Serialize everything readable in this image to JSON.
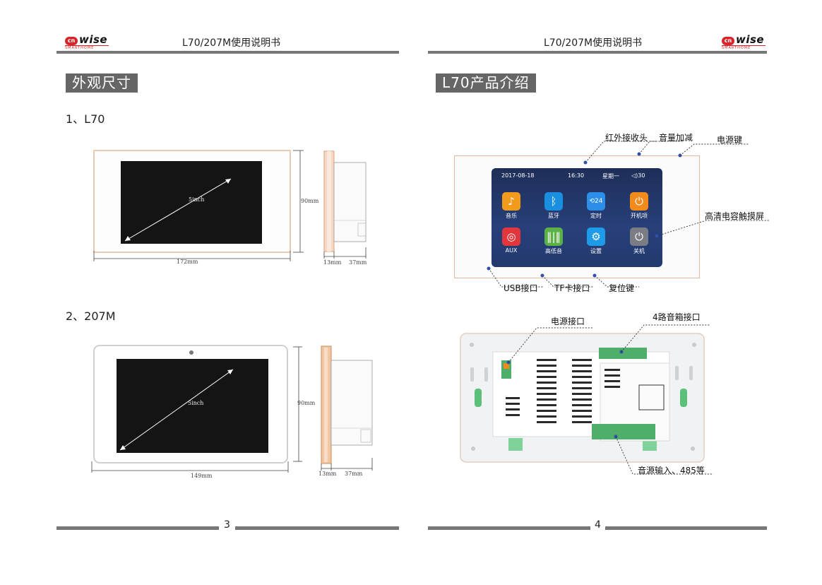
{
  "header": {
    "logo_cn": "cn",
    "logo_text": "wise",
    "logo_sub": "SMARTHOME",
    "doc_title_left": "L70/207M使用说明书",
    "doc_title_right": "L70/207M使用说明书"
  },
  "page3": {
    "section_title": "外观尺寸",
    "l70": {
      "heading": "1、L70",
      "diag_label": "5inch",
      "width": "172mm",
      "height": "90mm",
      "depth_front": "13mm",
      "depth_back": "37mm"
    },
    "m207": {
      "heading": "2、207M",
      "diag_label": "5inch",
      "width": "149mm",
      "height": "90mm",
      "depth_front": "13mm",
      "depth_back": "37mm"
    },
    "page_number": "3"
  },
  "page4": {
    "section_title": "L70产品介绍",
    "front_callouts": {
      "ir": "红外接收头",
      "volume": "音量加减",
      "power_key": "电源键",
      "screen": "高清电容触摸屏",
      "usb": "USB接口",
      "tf": "TF卡接口",
      "reset": "复位键"
    },
    "screen_status": {
      "date": "2017-08-18",
      "time": "16:30",
      "weekday": "星期一",
      "volume": "30"
    },
    "apps": [
      {
        "label": "音乐",
        "color": "#f29a1c"
      },
      {
        "label": "蓝牙",
        "color": "#1a8fe0"
      },
      {
        "label": "定时",
        "color": "#2b8ee8"
      },
      {
        "label": "开机项",
        "color": "#f28a1c"
      },
      {
        "label": "AUX",
        "color": "#e0363c"
      },
      {
        "label": "高低音",
        "color": "#5bb046"
      },
      {
        "label": "设置",
        "color": "#1e9be8"
      },
      {
        "label": "关机",
        "color": "#7a7d84"
      }
    ],
    "back_callouts": {
      "power_port": "电源接口",
      "speaker_port": "4路音箱接口",
      "audio_input": "音源输入、485等"
    },
    "page_number": "4"
  }
}
